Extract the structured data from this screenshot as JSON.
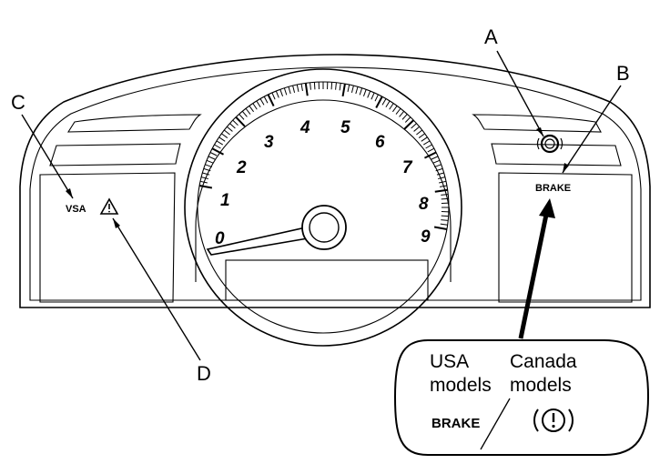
{
  "callouts": {
    "a": "A",
    "b": "B",
    "c": "C",
    "d": "D"
  },
  "gauge": {
    "numbers": [
      "0",
      "1",
      "2",
      "3",
      "4",
      "5",
      "6",
      "7",
      "8",
      "9"
    ]
  },
  "indicators": {
    "vsa": "VSA",
    "brake": "BRAKE",
    "warning_icon": "warning-triangle-icon",
    "abs_icon": "abs-circle-icon"
  },
  "inset": {
    "usa_line1": "USA",
    "usa_line2": "models",
    "canada_line1": "Canada",
    "canada_line2": "models",
    "usa_brake": "BRAKE",
    "canada_icon": "parking-brake-icon"
  }
}
